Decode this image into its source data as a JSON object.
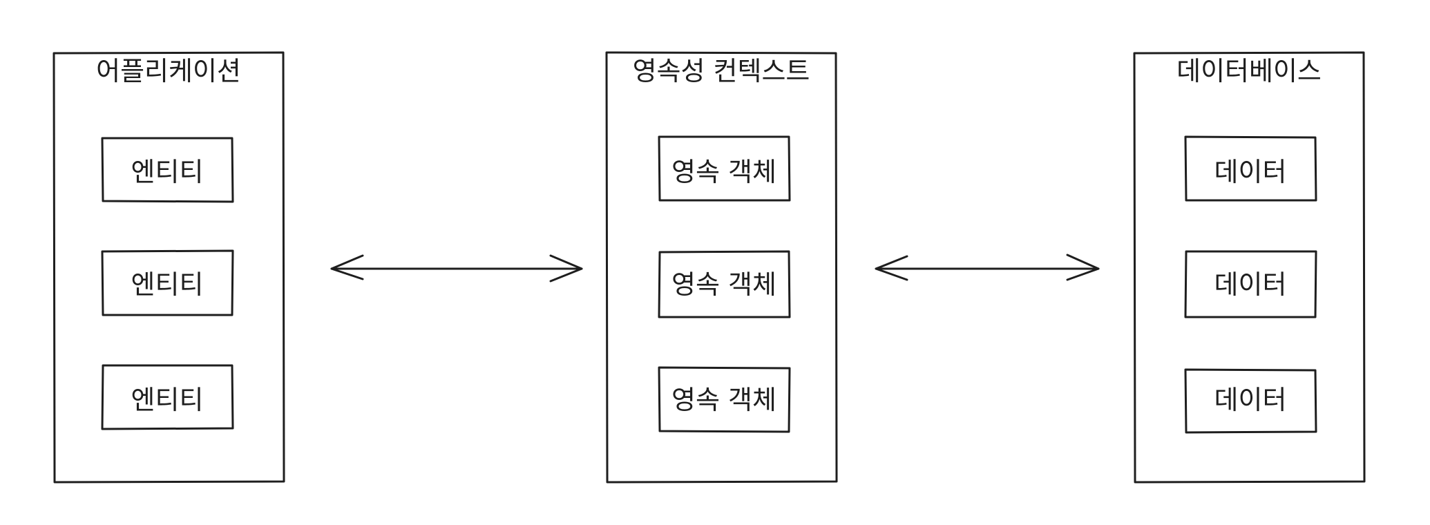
{
  "containers": {
    "application": {
      "title": "어플리케이션",
      "items": [
        "엔티티",
        "엔티티",
        "엔티티"
      ]
    },
    "persistence_context": {
      "title": "영속성 컨텍스트",
      "items": [
        "영속 객체",
        "영속 객체",
        "영속 객체"
      ]
    },
    "database": {
      "title": "데이터베이스",
      "items": [
        "데이터",
        "데이터",
        "데이터"
      ]
    }
  },
  "arrows": [
    {
      "from": "application",
      "to": "persistence_context",
      "direction": "bidirectional"
    },
    {
      "from": "persistence_context",
      "to": "database",
      "direction": "bidirectional"
    }
  ],
  "colors": {
    "stroke": "#1e1e1e",
    "background": "#ffffff",
    "text": "#1e1e1e"
  }
}
